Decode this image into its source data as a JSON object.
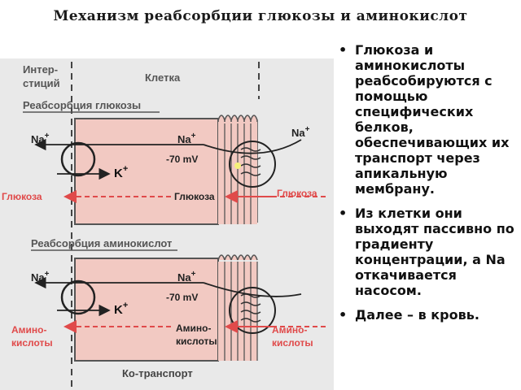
{
  "title": "Механизм реабсорбции глюкозы и аминокислот",
  "diagram": {
    "interstitium_label_1": "Интер-",
    "interstitium_label_2": "стиций",
    "cell_label": "Клетка",
    "glucose_section": {
      "heading": "Реабсорбция глюкозы",
      "na_left": "Na",
      "na_middle": "Na",
      "na_right": "Na",
      "plus": "+",
      "k": "K",
      "voltage": "-70 mV",
      "glucose_left": "Глюкоза",
      "glucose_middle": "Глюкоза",
      "glucose_right": "Глюкоза"
    },
    "amino_section": {
      "heading": "Реабсорбция аминокислот",
      "na_left": "Na",
      "na_middle": "Na",
      "plus": "+",
      "k": "K",
      "voltage": "-70 mV",
      "amino_left_1": "Амино-",
      "amino_left_2": "кислоты",
      "amino_middle_1": "Амино-",
      "amino_middle_2": "кислоты",
      "amino_right_1": "Амино-",
      "amino_right_2": "кислоты",
      "footer": "Ко-транспорт"
    },
    "colors": {
      "cell_fill": "#f2c9c2",
      "arrow_red": "#e04a4a",
      "outline": "#333333",
      "highlight": "#f5f07a"
    }
  },
  "bullets": [
    "Глюкоза и аминокислоты реабсобируются с помощью специфических белков, обеспечивающих их транспорт через апикальную мембрану.",
    "Из клетки они выходят пассивно по градиенту концентрации, а Na откачивается насосом.",
    "Далее – в кровь."
  ]
}
